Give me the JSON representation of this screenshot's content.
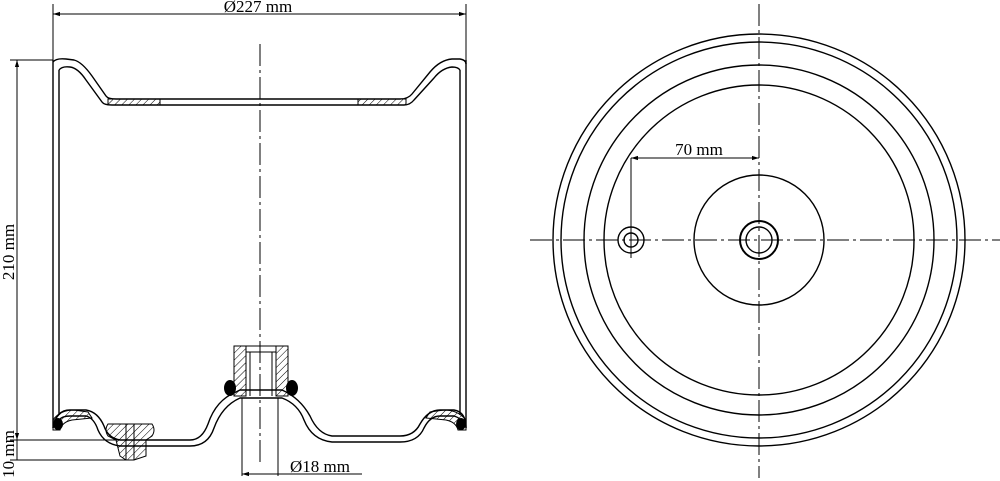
{
  "side_view": {
    "dimensions": {
      "diameter_outer": "Ø227 mm",
      "height": "210 mm",
      "base_offset": "10 mm",
      "diameter_port": "Ø18 mm"
    }
  },
  "top_view": {
    "dimensions": {
      "hole_offset": "70 mm"
    }
  },
  "colors": {
    "line": "#000000",
    "background": "#ffffff"
  }
}
